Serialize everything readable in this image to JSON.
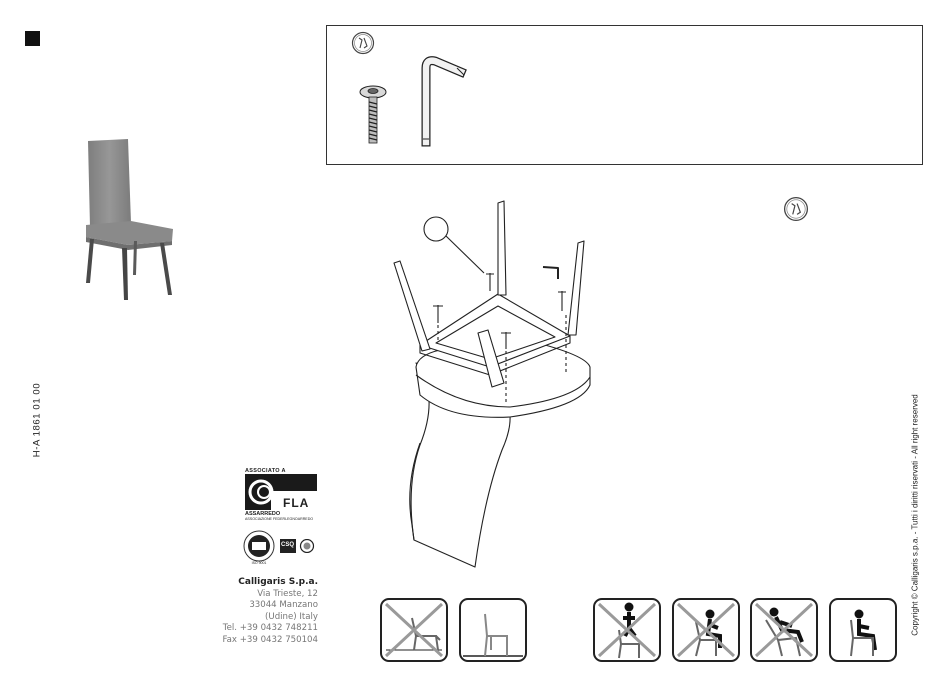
{
  "document": {
    "product_code": "H-A 1861 01 00",
    "copyright": "Copyright © Calligaris s.p.a. - Tutti i diritti riservati - All right reserved"
  },
  "association": {
    "header": "ASSOCIATO A",
    "brand_1": "FLA",
    "brand_2": "ASSARREDO",
    "subline": "ASSOCIAZIONE FEDERLEGNOARREDO",
    "cert_1": "ISO 9001",
    "cert_2": "CSQ"
  },
  "company": {
    "name": "Calligaris S.p.a.",
    "street": "Via Trieste, 12",
    "city": "33044 Manzano",
    "region": "(Udine) Italy",
    "tel": "Tel. +39 0432 748211",
    "fax": "Fax +39 0432 750104"
  },
  "parts": [
    {
      "name": "screw",
      "icon": "screw-icon"
    },
    {
      "name": "allen-key",
      "icon": "allen-key-icon"
    }
  ],
  "pictograms": [
    {
      "name": "no-chair-on-floor",
      "allowed": false
    },
    {
      "name": "chair-ok",
      "allowed": true
    },
    {
      "name": "no-standing-on-chair",
      "allowed": false
    },
    {
      "name": "no-kneeling-on-chair",
      "allowed": false
    },
    {
      "name": "no-rocking-on-chair",
      "allowed": false
    },
    {
      "name": "correct-sitting",
      "allowed": true
    }
  ],
  "colors": {
    "line": "#222222",
    "cross": "#9a9a9a",
    "chair_fabric": "#8c8c8c",
    "chair_legs": "#4a4a4a"
  }
}
